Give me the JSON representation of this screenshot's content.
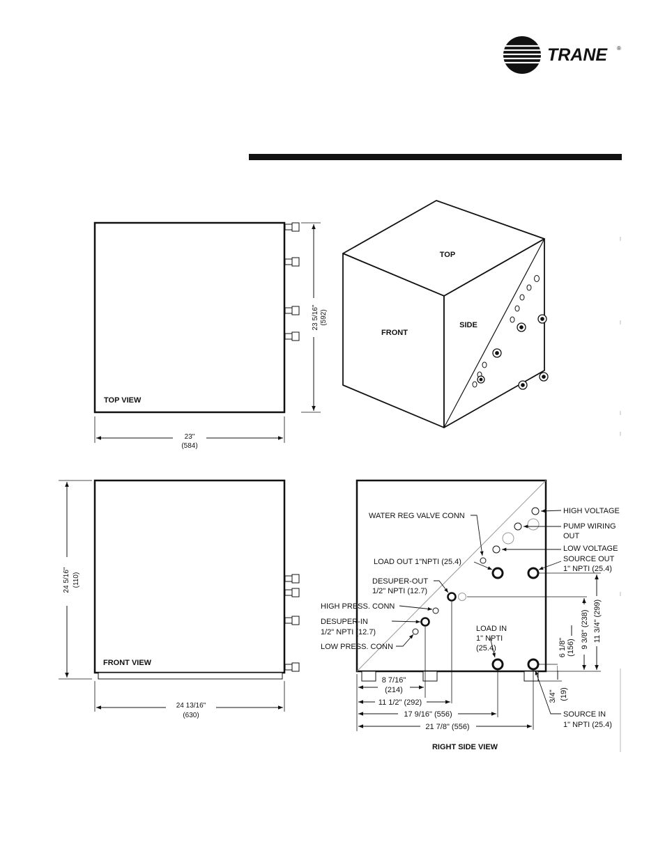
{
  "header": {
    "brand": "TRANE",
    "trademark": "®"
  },
  "top_view": {
    "title": "TOP VIEW",
    "width_in": "23\"",
    "width_mm": "(584)",
    "depth_in": "23 5/16\"",
    "depth_mm": "(592)"
  },
  "iso_view": {
    "top": "TOP",
    "front": "FRONT",
    "side": "SIDE"
  },
  "front_view": {
    "title": "FRONT VIEW",
    "width_in": "24 13/16\"",
    "width_mm": "(630)",
    "height_in": "24 5/16\"",
    "height_mm": "(110)"
  },
  "right_side_view": {
    "title": "RIGHT SIDE VIEW",
    "labels": {
      "water_reg": "WATER REG VALVE CONN",
      "load_out": "LOAD OUT 1\"NPTI (25.4)",
      "desuper_out_1": "DESUPER-OUT",
      "desuper_out_2": "1/2\" NPTI (12.7)",
      "high_press": "HIGH PRESS. CONN",
      "desuper_in_1": "DESUPER-IN",
      "desuper_in_2": "1/2\" NPTI (12.7)",
      "low_press": "LOW PRESS. CONN",
      "high_voltage": "HIGH VOLTAGE",
      "pump_wiring_1": "PUMP WIRING",
      "pump_wiring_2": "OUT",
      "low_voltage": "LOW VOLTAGE",
      "source_out_1": "SOURCE OUT",
      "source_out_2": "1\" NPTI (25.4)",
      "load_in_1": "LOAD IN",
      "load_in_2": "1\" NPTI",
      "load_in_3": "(25.4)",
      "source_in_1": "SOURCE IN",
      "source_in_2": "1\" NPTI (25.4)"
    },
    "dims": {
      "d_8_7_16_a": "8 7/16\"",
      "d_8_7_16_b": "(214)",
      "d_11_1_2": "11 1/2\" (292)",
      "d_17_9_16": "17 9/16\" (556)",
      "d_21_7_8": "21 7/8\" (556)",
      "v_6_1_8": "6 1/8\"",
      "v_6_1_8_mm": "(156)",
      "v_9_3_8": "9 3/8\" (238)",
      "v_11_3_4": "11 3/4\" (299)",
      "v_3_4": "3/4\"",
      "v_3_4_mm": "(19)"
    }
  }
}
